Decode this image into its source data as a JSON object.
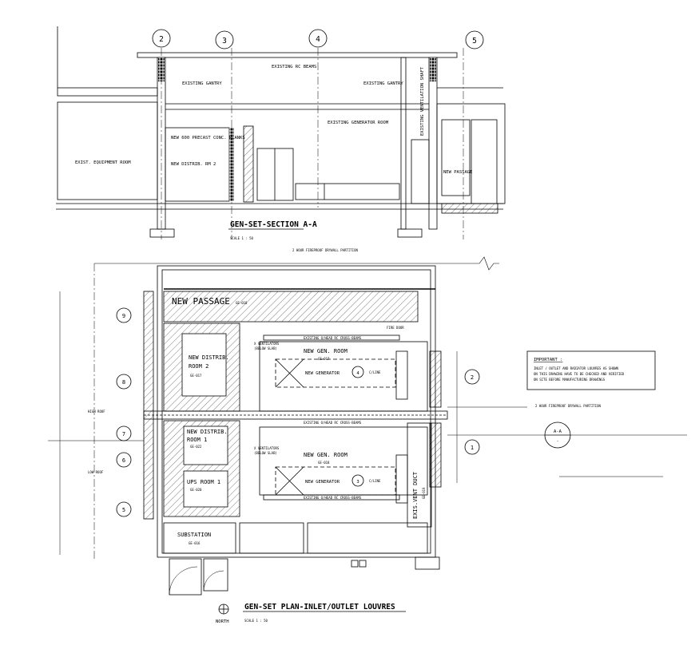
{
  "section": {
    "title": "GEN-SET-SECTION A-A",
    "scale": "SCALE 1 : 50",
    "grid_bubbles": [
      "2",
      "3",
      "4",
      "5"
    ],
    "labels": {
      "existing_rc_beams": "EXISTING RC BEAMS",
      "existing_gantry_left": "EXISTING GANTRY",
      "existing_gantry_right": "EXISTING GANTRY",
      "existing_generator_room": "EXISTING GENERATOR ROOM",
      "existing_ventilation_shaft": "EXISTING VENTILATION SHAFT",
      "new_precast_planks": "NEW 600 PRECAST CONC. PLANKS",
      "new_distrib_rm2": "NEW DISTRIB. RM 2",
      "exist_equipment_room": "EXIST. EQUIPMENT ROOM",
      "new_passage": "NEW PASSAGE"
    }
  },
  "plan": {
    "title": "GEN-SET PLAN-INLET/OUTLET LOUVRES",
    "scale": "SCALE 1 : 50",
    "north": "NORTH",
    "grid_bubbles_left": [
      "9",
      "8",
      "7",
      "6",
      "5"
    ],
    "grid_bubbles_right": [
      "2",
      "1"
    ],
    "fire_partition_top": "2 HOUR FIREPROOF DRYWALL PARTITION",
    "fire_partition_right": "2 HOUR FIREPROOF DRYWALL PARTITION",
    "high_roof": "HIGH ROOF",
    "low_roof": "LOW ROOF",
    "rooms": {
      "new_passage": "NEW PASSAGE",
      "new_passage_tag": "GE-018",
      "distrib_room_2_l1": "NEW DISTRIB.",
      "distrib_room_2_l2": "ROOM 2",
      "distrib_room_2_tag": "GE-017",
      "distrib_room_1_l1": "NEW DISTRIB.",
      "distrib_room_1_l2": "ROOM 1",
      "distrib_room_1_tag": "GE-022",
      "ups_room": "UPS ROOM 1",
      "ups_room_tag": "GE-020",
      "substation": "SUBSTATION",
      "substation_tag": "GE-016",
      "gen_room_upper": "NEW GEN. ROOM",
      "gen_room_upper_tag": "GE-017",
      "gen_room_lower": "NEW GEN. ROOM",
      "gen_room_lower_tag": "GE-018",
      "vent_duct": "EXIS.VENT DUCT",
      "vent_duct_tag": "GE-019"
    },
    "generators": [
      {
        "label": "NEW GENERATOR",
        "num": "4",
        "size": "C/LINE"
      },
      {
        "label": "NEW GENERATOR",
        "num": "3",
        "size": "C/LINE"
      }
    ],
    "ventilators": [
      "X VENTILATORS",
      "(BELOW SLAB)"
    ],
    "beams": {
      "upper": "EXISTING O/HEAD RC CROSS-BEAMS",
      "middle": "EXISTING O/HEAD RC CROSS-BEAMS",
      "lower": "EXISTING O/HEAD RC CROSS-BEAMS"
    },
    "fire_door": "FIRE DOOR"
  },
  "important": {
    "heading": "IMPORTANT :",
    "lines": [
      "INLET / OUTLET AND RADIATOR LOUVRES AS SHOWN",
      "ON THIS DRAWING HAVE TO BE CHECKED AND VERIFIED",
      "ON SITE BEFORE MANUFACTURING DRAWINGS"
    ]
  },
  "section_marker": {
    "id": "A-A",
    "sheet": "-"
  }
}
